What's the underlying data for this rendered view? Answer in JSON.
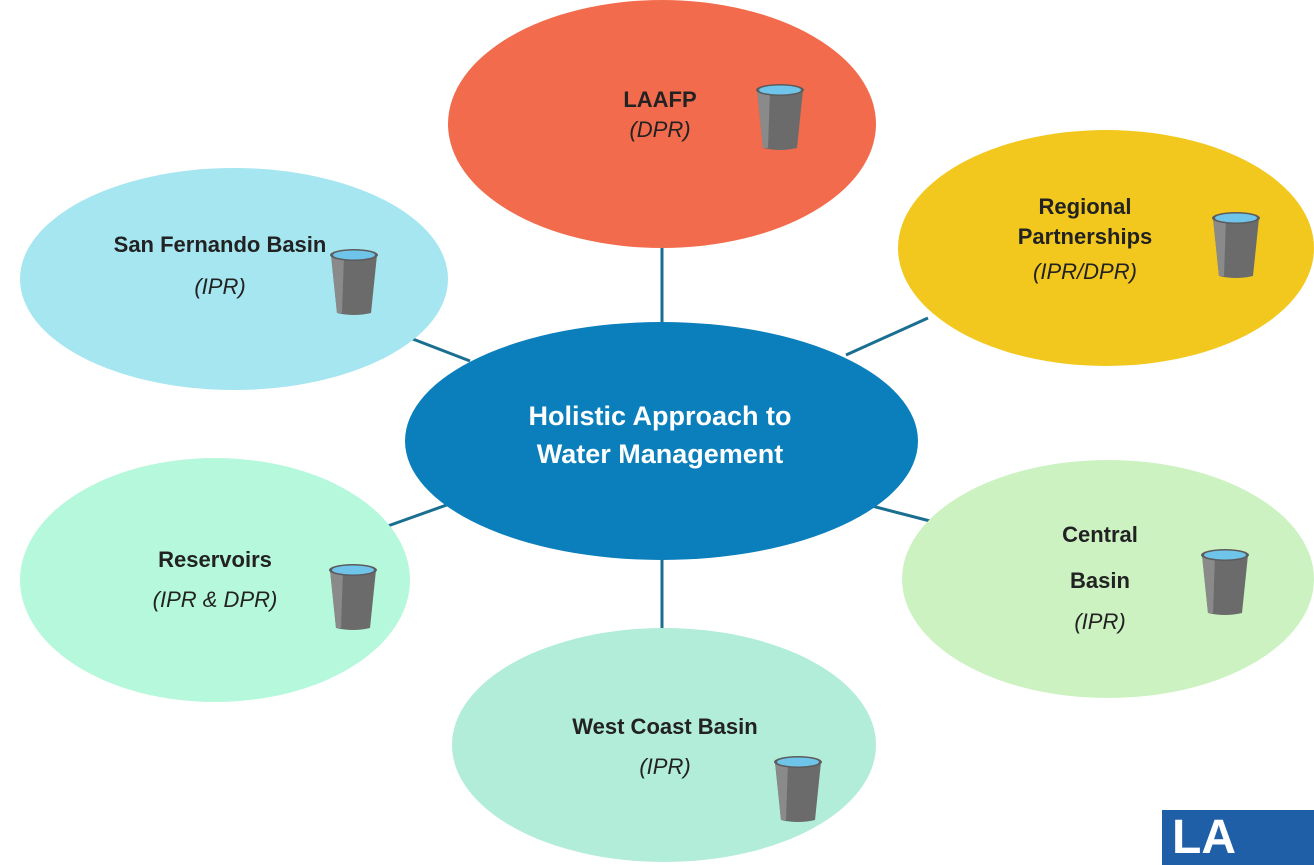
{
  "center": {
    "line1": "Holistic Approach to",
    "line2": "Water Management",
    "color": "#0b7fbb"
  },
  "nodes": [
    {
      "id": "laafp",
      "name": "LAAFP",
      "sub": "(DPR)",
      "color": "#f26b4c"
    },
    {
      "id": "san-fernando",
      "name": "San Fernando Basin",
      "sub": "(IPR)",
      "color": "#a5e6f0"
    },
    {
      "id": "regional",
      "name_line1": "Regional",
      "name_line2": "Partnerships",
      "sub": "(IPR/DPR)",
      "color": "#f2c81f"
    },
    {
      "id": "reservoirs",
      "name": "Reservoirs",
      "sub": "(IPR & DPR)",
      "color": "#b6f8dc"
    },
    {
      "id": "central",
      "name_line1": "Central",
      "name_line2": "Basin",
      "sub": "(IPR)",
      "color": "#cdf2c2"
    },
    {
      "id": "west-coast",
      "name": "West Coast Basin",
      "sub": "(IPR)",
      "color": "#b1edd8"
    }
  ],
  "logo": {
    "text": "LA",
    "color": "#1f5fa8"
  },
  "connector_color": "#1a6f91",
  "icon": "bucket-icon"
}
